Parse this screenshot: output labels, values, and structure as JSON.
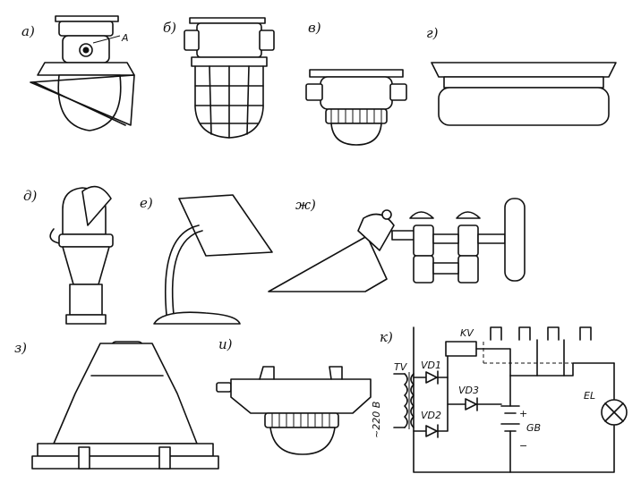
{
  "figure_labels": {
    "a": "а)",
    "b": "б)",
    "v": "в)",
    "g": "г)",
    "d": "д)",
    "e": "е)",
    "zh": "ж)",
    "z": "з)",
    "i": "и)",
    "k": "к)"
  },
  "callout_a": "A",
  "circuit": {
    "transformer": "TV",
    "diode1": "VD1",
    "diode2": "VD2",
    "diode3": "VD3",
    "relay": "KV",
    "lamp": "EL",
    "battery": "GB",
    "supply": "~220 В",
    "plus": "+",
    "minus": "−"
  }
}
